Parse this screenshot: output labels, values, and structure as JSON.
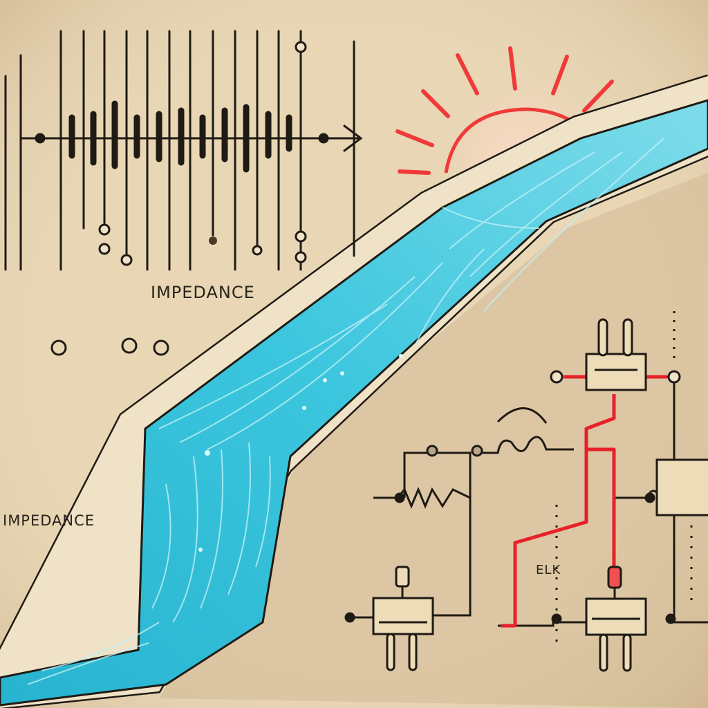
{
  "labels": {
    "top": "IMPEDANCE",
    "left": "IMPEDANCE",
    "circuit": "ELK"
  },
  "colors": {
    "paper": "#e8d6b4",
    "ink": "#1f1a14",
    "water": "#2fbfd6",
    "water_light": "#7fe0ee",
    "wire_red": "#e8202a",
    "sun": "#f03a3a",
    "component": "#ecdcb8"
  }
}
